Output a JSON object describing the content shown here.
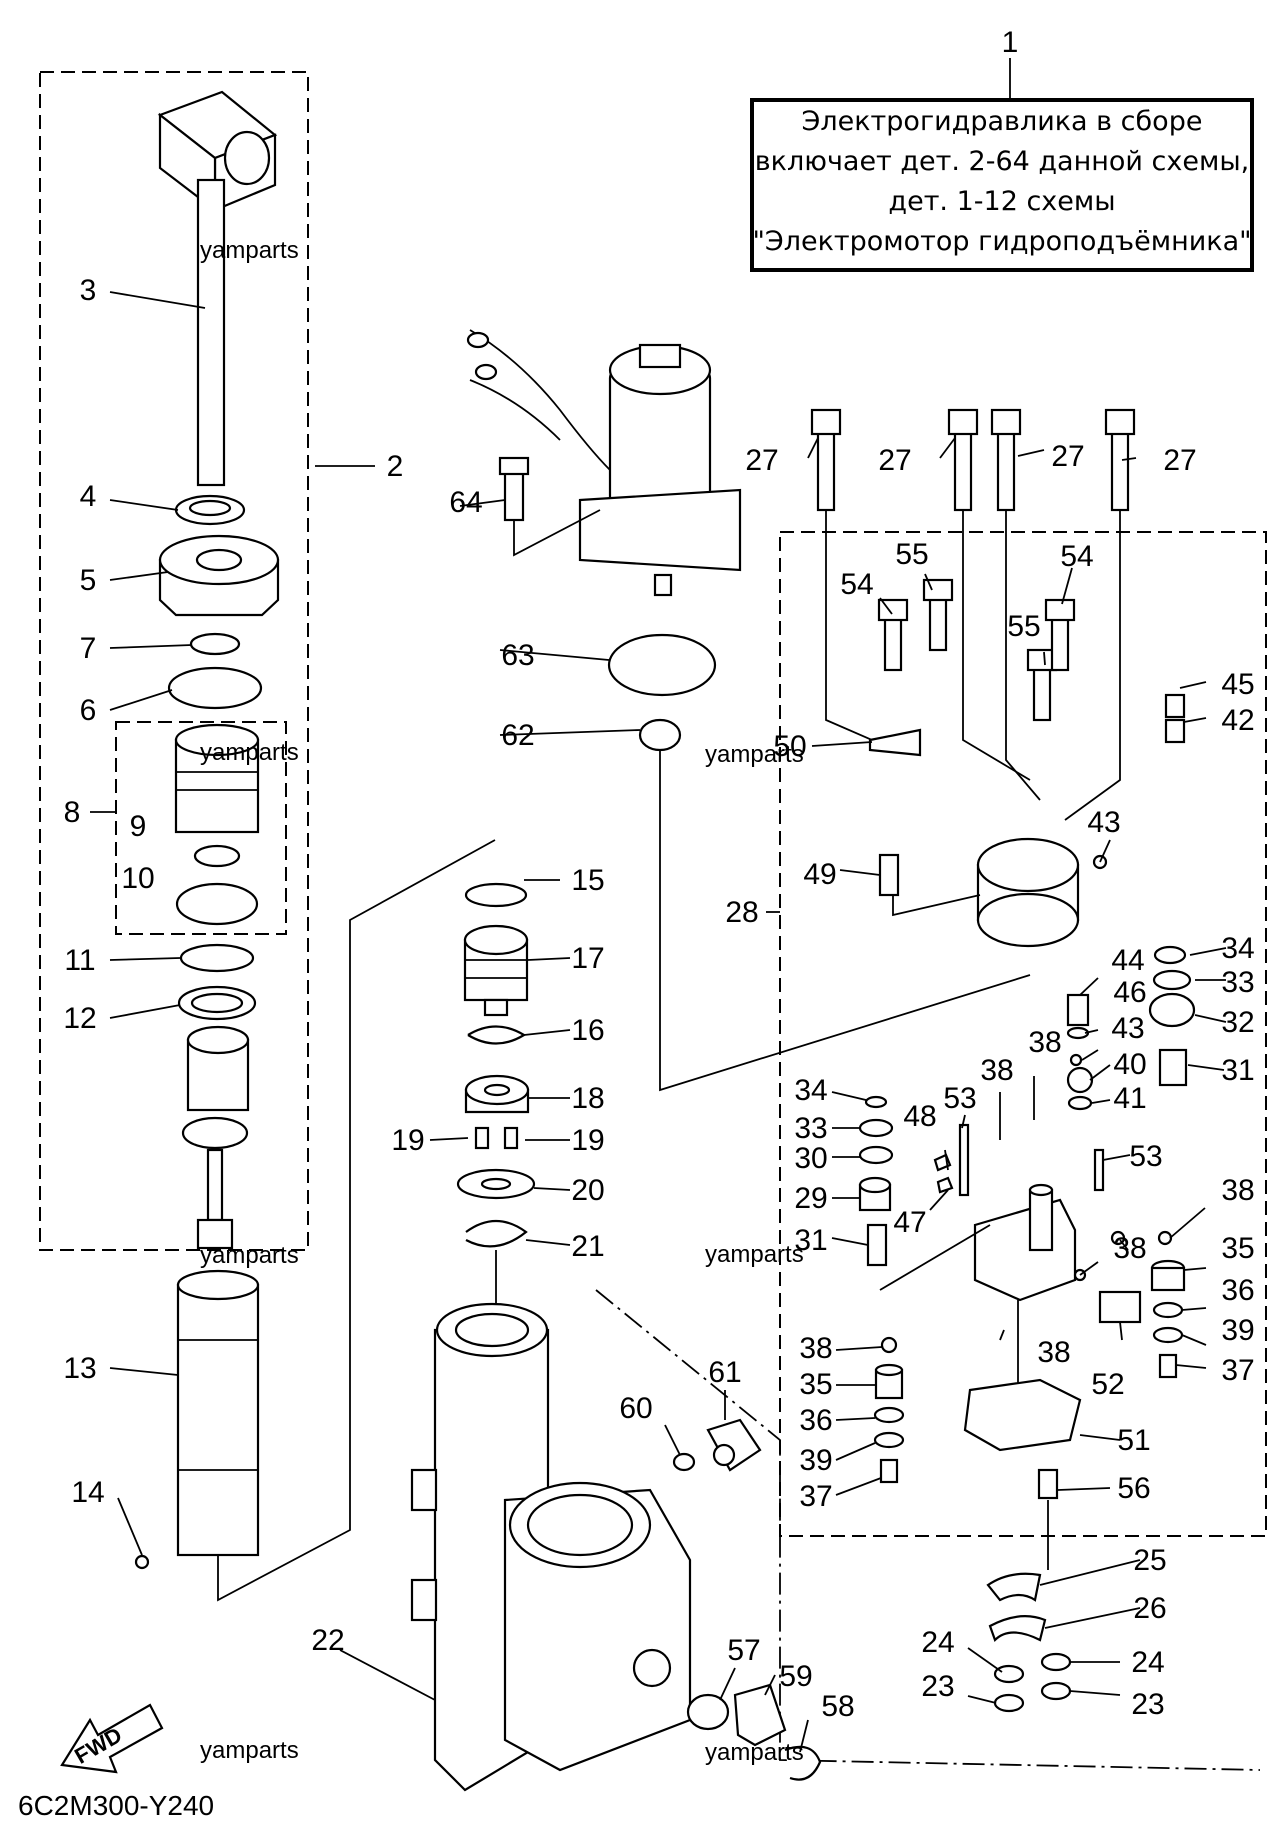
{
  "note": {
    "ref": "1",
    "lines": [
      "Электрогидравлика в сборе",
      "включает дет. 2-64 данной схемы,",
      "дет. 1-12 схемы",
      "\"Электромотор гидроподъёмника\""
    ]
  },
  "diagram_code": "6C2M300-Y240",
  "fwd_label": "FWD",
  "watermark": "yamparts",
  "labels": {
    "p2": "2",
    "p3": "3",
    "p4": "4",
    "p5": "5",
    "p6": "6",
    "p7": "7",
    "p8": "8",
    "p9": "9",
    "p10": "10",
    "p11": "11",
    "p12": "12",
    "p13": "13",
    "p14": "14",
    "p15": "15",
    "p16": "16",
    "p17": "17",
    "p18": "18",
    "p19a": "19",
    "p19b": "19",
    "p20": "20",
    "p21": "21",
    "p22": "22",
    "p23a": "23",
    "p23b": "23",
    "p24a": "24",
    "p24b": "24",
    "p25": "25",
    "p26": "26",
    "p27a": "27",
    "p27b": "27",
    "p27c": "27",
    "p27d": "27",
    "p28": "28",
    "p29": "29",
    "p30": "30",
    "p31a": "31",
    "p31b": "31",
    "p32": "32",
    "p33a": "33",
    "p33b": "33",
    "p34a": "34",
    "p34b": "34",
    "p35a": "35",
    "p35b": "35",
    "p36a": "36",
    "p36b": "36",
    "p37a": "37",
    "p37b": "37",
    "p38a": "38",
    "p38b": "38",
    "p38c": "38",
    "p38d": "38",
    "p38e": "38",
    "p38f": "38",
    "p39a": "39",
    "p39b": "39",
    "p40": "40",
    "p41": "41",
    "p42": "42",
    "p43a": "43",
    "p43b": "43",
    "p44": "44",
    "p45": "45",
    "p46": "46",
    "p47": "47",
    "p48": "48",
    "p49": "49",
    "p50": "50",
    "p51": "51",
    "p52": "52",
    "p53a": "53",
    "p53b": "53",
    "p54a": "54",
    "p54b": "54",
    "p55a": "55",
    "p55b": "55",
    "p56": "56",
    "p57": "57",
    "p58": "58",
    "p59": "59",
    "p60": "60",
    "p61": "61",
    "p62": "62",
    "p63": "63",
    "p64": "64"
  }
}
